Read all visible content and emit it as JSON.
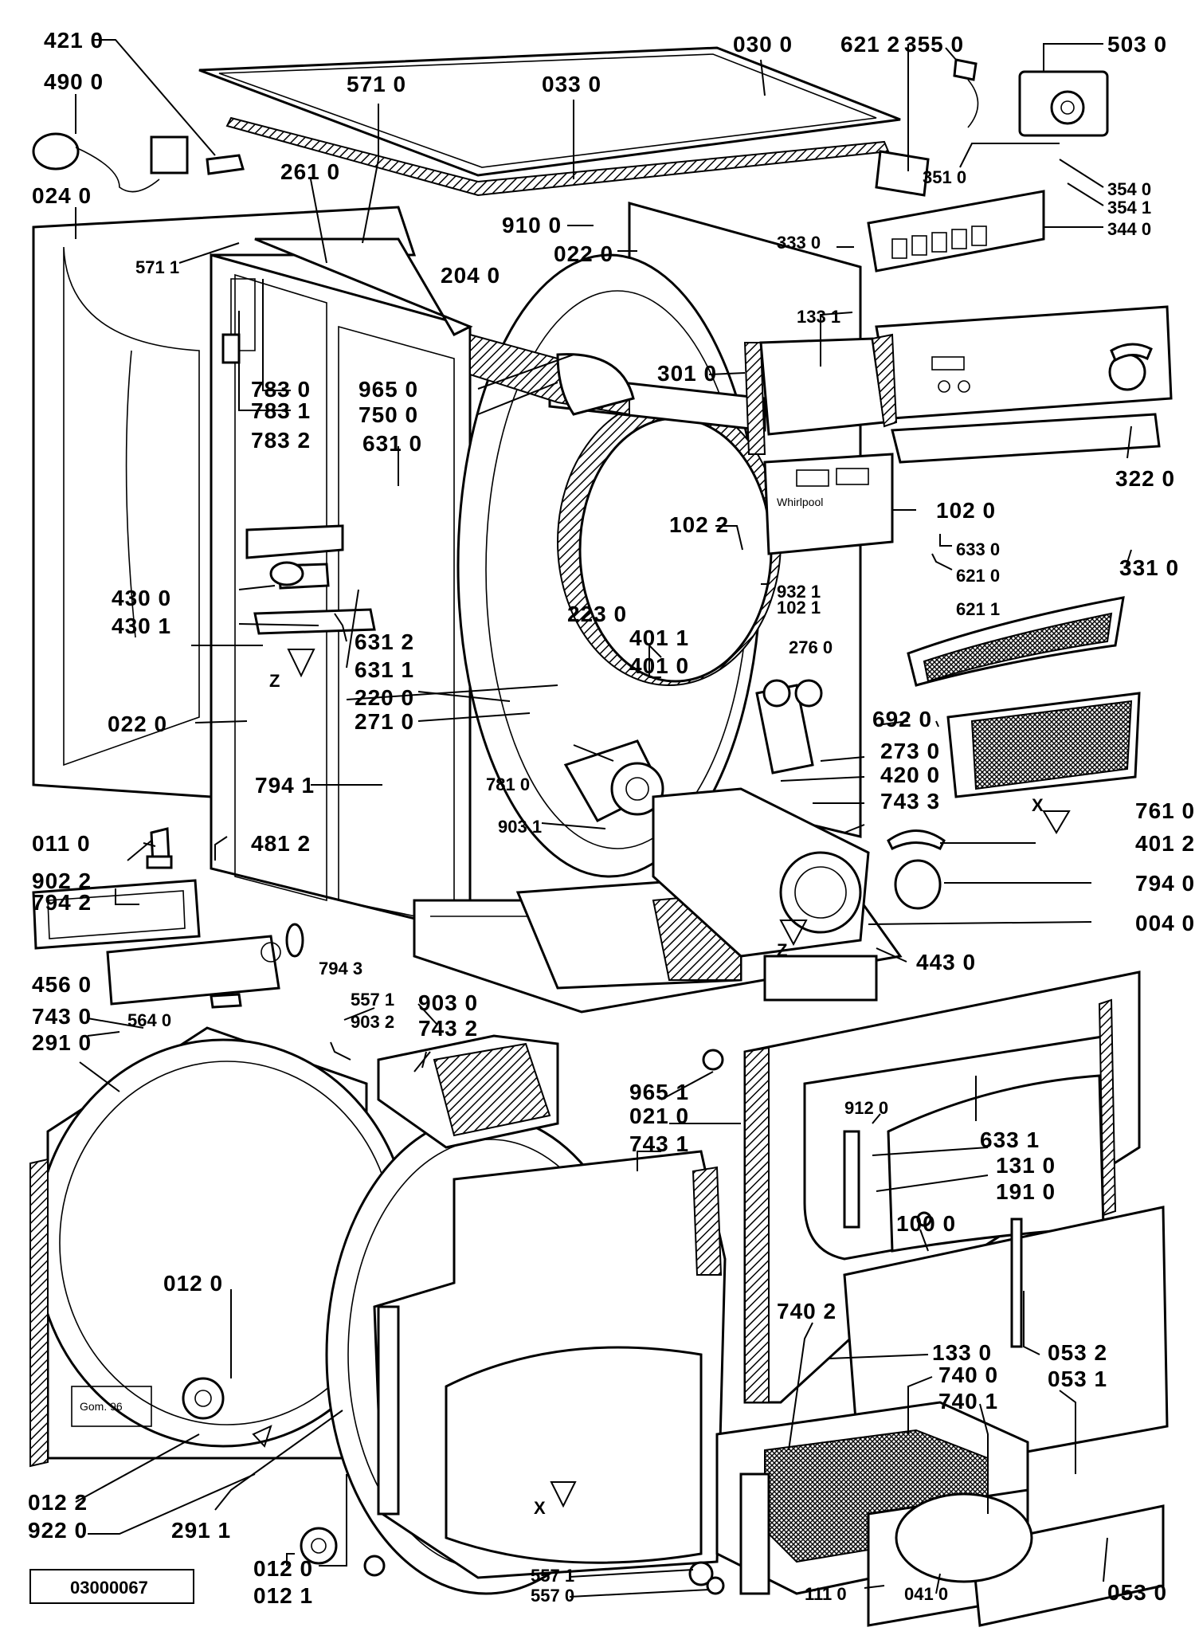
{
  "diagram": {
    "doc_code": "03000067",
    "callouts": [
      {
        "id": "421",
        "text": "421  0"
      },
      {
        "id": "490",
        "text": "490  0"
      },
      {
        "id": "024",
        "text": "024  0"
      },
      {
        "id": "571a",
        "text": "571 0"
      },
      {
        "id": "571b",
        "text": "571  1"
      },
      {
        "id": "261",
        "text": "261 0"
      },
      {
        "id": "033",
        "text": "033  0"
      },
      {
        "id": "030",
        "text": "030  0"
      },
      {
        "id": "621a",
        "text": "621  2"
      },
      {
        "id": "355",
        "text": "355 0"
      },
      {
        "id": "503",
        "text": "503 0"
      },
      {
        "id": "351",
        "text": "351  0"
      },
      {
        "id": "354a",
        "text": "354 0"
      },
      {
        "id": "354b",
        "text": "354 1"
      },
      {
        "id": "344",
        "text": "344 0"
      },
      {
        "id": "910",
        "text": "910  0"
      },
      {
        "id": "022a",
        "text": "022  0"
      },
      {
        "id": "333",
        "text": "333  0"
      },
      {
        "id": "204",
        "text": "204  0"
      },
      {
        "id": "133a",
        "text": "133  1"
      },
      {
        "id": "301",
        "text": "301  0"
      },
      {
        "id": "783a",
        "text": "783  0"
      },
      {
        "id": "783b",
        "text": "783  1"
      },
      {
        "id": "783c",
        "text": "783  2"
      },
      {
        "id": "965a",
        "text": "965  0"
      },
      {
        "id": "750",
        "text": "750  0"
      },
      {
        "id": "631a",
        "text": "631  0"
      },
      {
        "id": "322",
        "text": "322  0"
      },
      {
        "id": "102a",
        "text": "102  0"
      },
      {
        "id": "102b",
        "text": "102  2"
      },
      {
        "id": "633a",
        "text": "633  0"
      },
      {
        "id": "621b",
        "text": "621  0"
      },
      {
        "id": "331",
        "text": "331  0"
      },
      {
        "id": "932",
        "text": "932  1"
      },
      {
        "id": "102c",
        "text": "102  1"
      },
      {
        "id": "223",
        "text": "223  0"
      },
      {
        "id": "430a",
        "text": "430  0"
      },
      {
        "id": "430b",
        "text": "430  1"
      },
      {
        "id": "621c",
        "text": "621  1"
      },
      {
        "id": "401a",
        "text": "401  1"
      },
      {
        "id": "401b",
        "text": "401  0"
      },
      {
        "id": "276",
        "text": "276  0"
      },
      {
        "id": "631b",
        "text": "631  2"
      },
      {
        "id": "631c",
        "text": "631  1"
      },
      {
        "id": "220",
        "text": "220  0"
      },
      {
        "id": "271",
        "text": "271  0"
      },
      {
        "id": "692",
        "text": "692  0"
      },
      {
        "id": "022b",
        "text": "022  0"
      },
      {
        "id": "273",
        "text": "273  0"
      },
      {
        "id": "420",
        "text": "420  0"
      },
      {
        "id": "743a",
        "text": "743  3"
      },
      {
        "id": "794a",
        "text": "794  1"
      },
      {
        "id": "781",
        "text": "781  0"
      },
      {
        "id": "761",
        "text": "761  0"
      },
      {
        "id": "903a",
        "text": "903  1"
      },
      {
        "id": "401c",
        "text": "401  2"
      },
      {
        "id": "011",
        "text": "011  0"
      },
      {
        "id": "481",
        "text": "481  2"
      },
      {
        "id": "902",
        "text": "902  2"
      },
      {
        "id": "794b",
        "text": "794  2"
      },
      {
        "id": "794c",
        "text": "794  0"
      },
      {
        "id": "004",
        "text": "004  0"
      },
      {
        "id": "794d",
        "text": "794  3"
      },
      {
        "id": "443",
        "text": "443  0"
      },
      {
        "id": "456",
        "text": "456  0"
      },
      {
        "id": "557a",
        "text": "557  1"
      },
      {
        "id": "903b",
        "text": "903  2"
      },
      {
        "id": "903c",
        "text": "903  0"
      },
      {
        "id": "743b",
        "text": "743  2"
      },
      {
        "id": "564",
        "text": "564  0"
      },
      {
        "id": "743c",
        "text": "743  0"
      },
      {
        "id": "291a",
        "text": "291  0"
      },
      {
        "id": "965b",
        "text": "965  1"
      },
      {
        "id": "021",
        "text": "021  0"
      },
      {
        "id": "743d",
        "text": "743  1"
      },
      {
        "id": "912",
        "text": "912  0"
      },
      {
        "id": "633b",
        "text": "633  1"
      },
      {
        "id": "131",
        "text": "131  0"
      },
      {
        "id": "191",
        "text": "191  0"
      },
      {
        "id": "100",
        "text": "100  0"
      },
      {
        "id": "012a",
        "text": "012  0"
      },
      {
        "id": "740a",
        "text": "740  2"
      },
      {
        "id": "133b",
        "text": "133  0"
      },
      {
        "id": "053a",
        "text": "053  2"
      },
      {
        "id": "740b",
        "text": "740  0"
      },
      {
        "id": "053b",
        "text": "053  1"
      },
      {
        "id": "740c",
        "text": "740  1"
      },
      {
        "id": "012b",
        "text": "012  2"
      },
      {
        "id": "922",
        "text": "922  0"
      },
      {
        "id": "291b",
        "text": "291  1"
      },
      {
        "id": "012c",
        "text": "012  0"
      },
      {
        "id": "012d",
        "text": "012  1"
      },
      {
        "id": "557b",
        "text": "557  1"
      },
      {
        "id": "557c",
        "text": "557  0"
      },
      {
        "id": "111",
        "text": "111  0"
      },
      {
        "id": "041",
        "text": "041  0"
      },
      {
        "id": "053c",
        "text": "053  0"
      }
    ],
    "markers": {
      "z": "Z",
      "x": "X"
    },
    "brand_mark": "Whirlpool",
    "plate_text": "Gom. 96"
  }
}
